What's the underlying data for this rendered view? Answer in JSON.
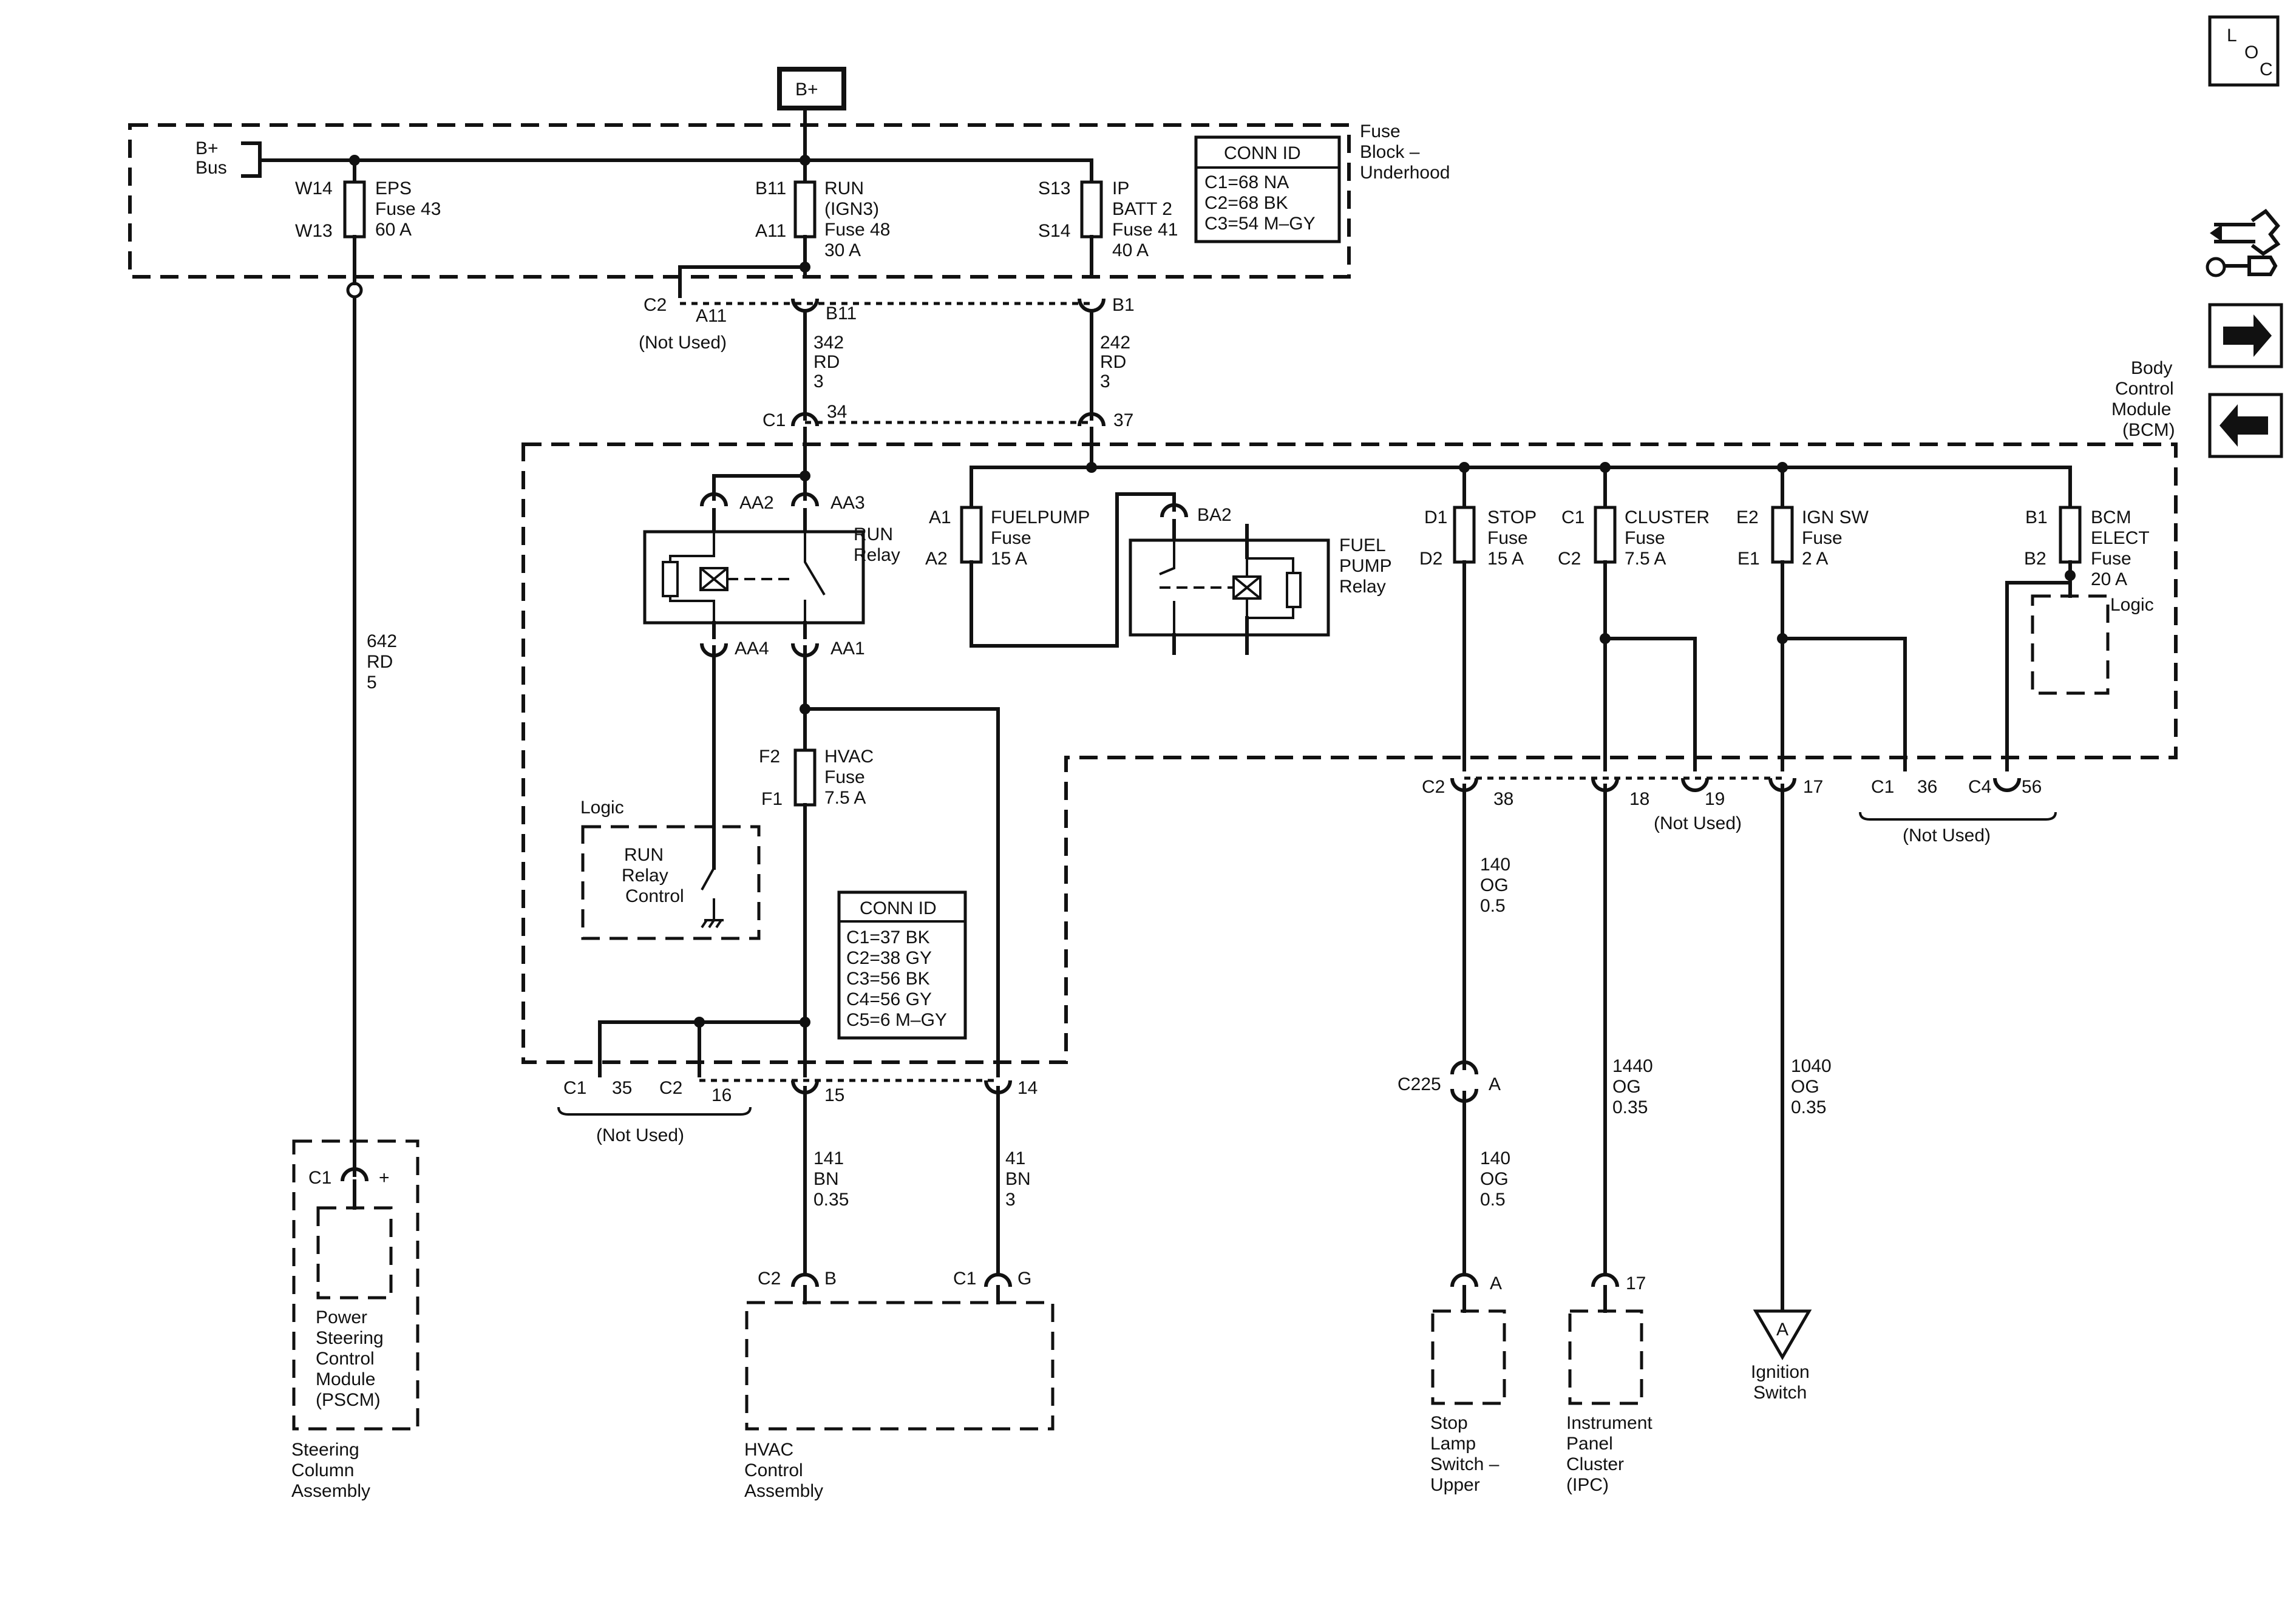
{
  "loc_button": {
    "l": "L",
    "o": "O",
    "c": "C"
  },
  "b_plus": "B+",
  "fuse_block": {
    "title": [
      "Fuse",
      "Block –",
      "Underhood"
    ],
    "bus": [
      "B+",
      "Bus"
    ],
    "conn_id": {
      "title": "CONN ID",
      "rows": [
        "C1=68 NA",
        "C2=68 BK",
        "C3=54 M–GY"
      ]
    },
    "eps": {
      "pin_top": "W14",
      "pin_bot": "W13",
      "lines": [
        "EPS",
        "Fuse 43",
        "60 A"
      ]
    },
    "run": {
      "pin_top": "B11",
      "pin_bot": "A11",
      "lines": [
        "RUN",
        "(IGN3)",
        "Fuse 48",
        "30 A"
      ]
    },
    "ip": {
      "pin_top": "S13",
      "pin_bot": "S14",
      "lines": [
        "IP",
        "BATT 2",
        "Fuse 41",
        "40 A"
      ]
    },
    "c2_label": "C2",
    "a11_label": "A11",
    "not_used": "(Not Used)",
    "b11_label": "B11",
    "b1_label": "B1"
  },
  "wires": {
    "w342": [
      "342",
      "RD",
      "3"
    ],
    "w242": [
      "242",
      "RD",
      "3"
    ],
    "w642": [
      "642",
      "RD",
      "5"
    ],
    "w141": [
      "141",
      "BN",
      "0.35"
    ],
    "w41": [
      "41",
      "BN",
      "3"
    ],
    "w140a": [
      "140",
      "OG",
      "0.5"
    ],
    "w140b": [
      "140",
      "OG",
      "0.5"
    ],
    "w1440": [
      "1440",
      "OG",
      "0.35"
    ],
    "w1040": [
      "1040",
      "OG",
      "0.35"
    ]
  },
  "bcm": {
    "title": [
      "Body",
      "Control",
      "Module",
      "(BCM)"
    ],
    "c1": "C1",
    "pin34": "34",
    "pin37": "37",
    "run_relay": {
      "label": [
        "RUN",
        "Relay"
      ],
      "aa2": "AA2",
      "aa3": "AA3",
      "aa4": "AA4",
      "aa1": "AA1"
    },
    "fuelpump_fuse": {
      "pin_top": "A1",
      "pin_bot": "A2",
      "lines": [
        "FUELPUMP",
        "Fuse",
        "15 A"
      ]
    },
    "fuel_pump_relay": {
      "ba2": "BA2",
      "label": [
        "FUEL",
        "PUMP",
        "Relay"
      ]
    },
    "stop_fuse": {
      "pin_top": "D1",
      "pin_bot": "D2",
      "lines": [
        "STOP",
        "Fuse",
        "15 A"
      ]
    },
    "cluster_fuse": {
      "pin_top": "C1",
      "pin_bot": "C2",
      "lines": [
        "CLUSTER",
        "Fuse",
        "7.5 A"
      ]
    },
    "ignsw_fuse": {
      "pin_top": "E2",
      "pin_bot": "E1",
      "lines": [
        "IGN SW",
        "Fuse",
        "2 A"
      ]
    },
    "bcm_elect_fuse": {
      "pin_top": "B1",
      "pin_bot": "B2",
      "lines": [
        "BCM",
        "ELECT",
        "Fuse",
        "20 A"
      ]
    },
    "logic_right": "Logic",
    "hvac_fuse": {
      "pin_top": "F2",
      "pin_bot": "F1",
      "lines": [
        "HVAC",
        "Fuse",
        "7.5 A"
      ]
    },
    "logic_left": "Logic",
    "run_relay_control": [
      "RUN",
      "Relay",
      "Control"
    ],
    "conn_id": {
      "title": "CONN ID",
      "rows": [
        "C1=37 BK",
        "C2=38 GY",
        "C3=56 BK",
        "C4=56 GY",
        "C5=6 M–GY"
      ]
    },
    "bottom_left": {
      "c1": "C1",
      "p35": "35",
      "c2": "C2",
      "p16": "16",
      "p15": "15",
      "p14": "14",
      "not_used": "(Not Used)"
    },
    "bottom_right": {
      "c2": "C2",
      "p38": "38",
      "p18": "18",
      "p19": "19",
      "not_used_a": "(Not Used)",
      "p17": "17",
      "c1": "C1",
      "p36": "36",
      "c4": "C4",
      "p56": "56",
      "not_used_b": "(Not Used)"
    }
  },
  "c225": {
    "label": "C225",
    "pin": "A"
  },
  "pscm": {
    "c1": "C1",
    "pin": "+",
    "name": [
      "Power",
      "Steering",
      "Control",
      "Module",
      "(PSCM)"
    ],
    "assembly": [
      "Steering",
      "Column",
      "Assembly"
    ]
  },
  "hvac": {
    "c2": "C2",
    "pin_b": "B",
    "c1": "C1",
    "pin_g": "G",
    "name": [
      "HVAC",
      "Control",
      "Assembly"
    ]
  },
  "stop_lamp": {
    "pin": "A",
    "name": [
      "Stop",
      "Lamp",
      "Switch –",
      "Upper"
    ]
  },
  "ipc": {
    "pin": "17",
    "name": [
      "Instrument",
      "Panel",
      "Cluster",
      "(IPC)"
    ]
  },
  "ignition": {
    "symbol": "A",
    "name": [
      "Ignition",
      "Switch"
    ]
  }
}
